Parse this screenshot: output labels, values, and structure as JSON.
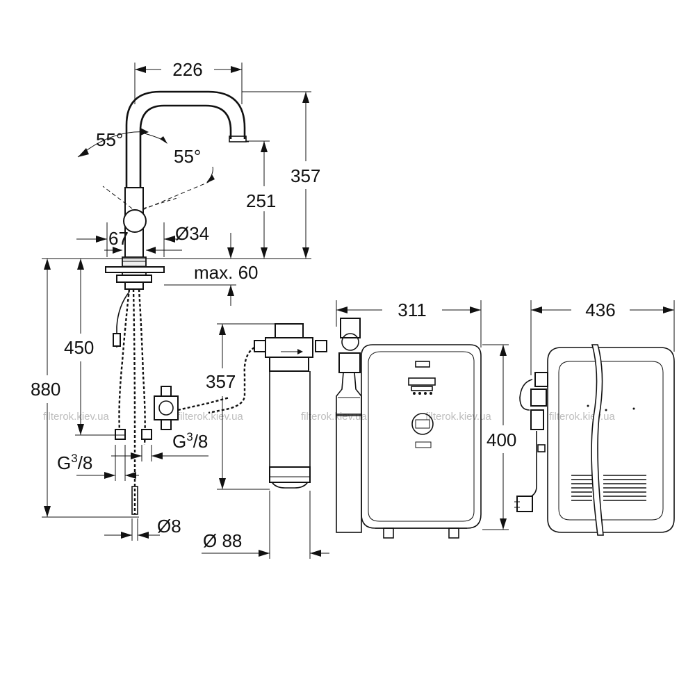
{
  "dimensions": {
    "faucet_width": "226",
    "angle_left": "55°",
    "angle_right": "55°",
    "faucet_height": "357",
    "spout_height": "251",
    "faucet_base_width": "67",
    "pipe_diameter": "Ø34",
    "max_thickness": "max. 60",
    "total_height": "880",
    "hose_length": "450",
    "filter_height": "357",
    "thread_left": {
      "prefix": "G",
      "sup": "3",
      "suffix": "/8"
    },
    "thread_right": {
      "prefix": "G",
      "sup": "3",
      "suffix": "/8"
    },
    "tube_diameter": "Ø8",
    "filter_diameter": "Ø 88",
    "boiler_width": "311",
    "boiler_height": "400",
    "boiler_depth": "436"
  },
  "watermarks": [
    "filterok.kiev.ua",
    "filterok.kiev.ua",
    "filterok.kiev.ua",
    "filterok.kiev.ua",
    "filterok.kiev.ua"
  ],
  "colors": {
    "line": "#111111",
    "watermark": "#bdbdbd",
    "background": "#ffffff"
  }
}
